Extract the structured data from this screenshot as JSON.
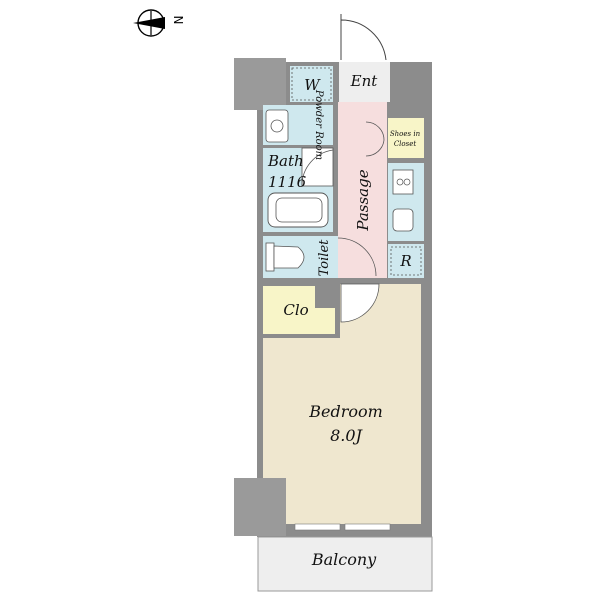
{
  "compass": {
    "label": "N",
    "icon": "compass-icon"
  },
  "rooms": {
    "entrance": "Ent",
    "washer": "W",
    "powder_room": "Powder Room",
    "bath_line1": "Bath",
    "bath_line2": "1116",
    "toilet": "Toilet",
    "passage": "Passage",
    "shoes_line1": "Shoes in",
    "shoes_line2": "Closet",
    "refrigerator": "R",
    "closet": "Clo",
    "bedroom_line1": "Bedroom",
    "bedroom_line2": "8.0J",
    "balcony": "Balcony"
  },
  "colors": {
    "wet_area": "#cfe8ee",
    "passage": "#f6dede",
    "bedroom": "#efe7cf",
    "closet": "#f8f5c8",
    "balcony": "#eeeeee",
    "entrance": "#eeeeee",
    "wall": "#8c8c8c",
    "pillar": "#9a9a9a"
  }
}
